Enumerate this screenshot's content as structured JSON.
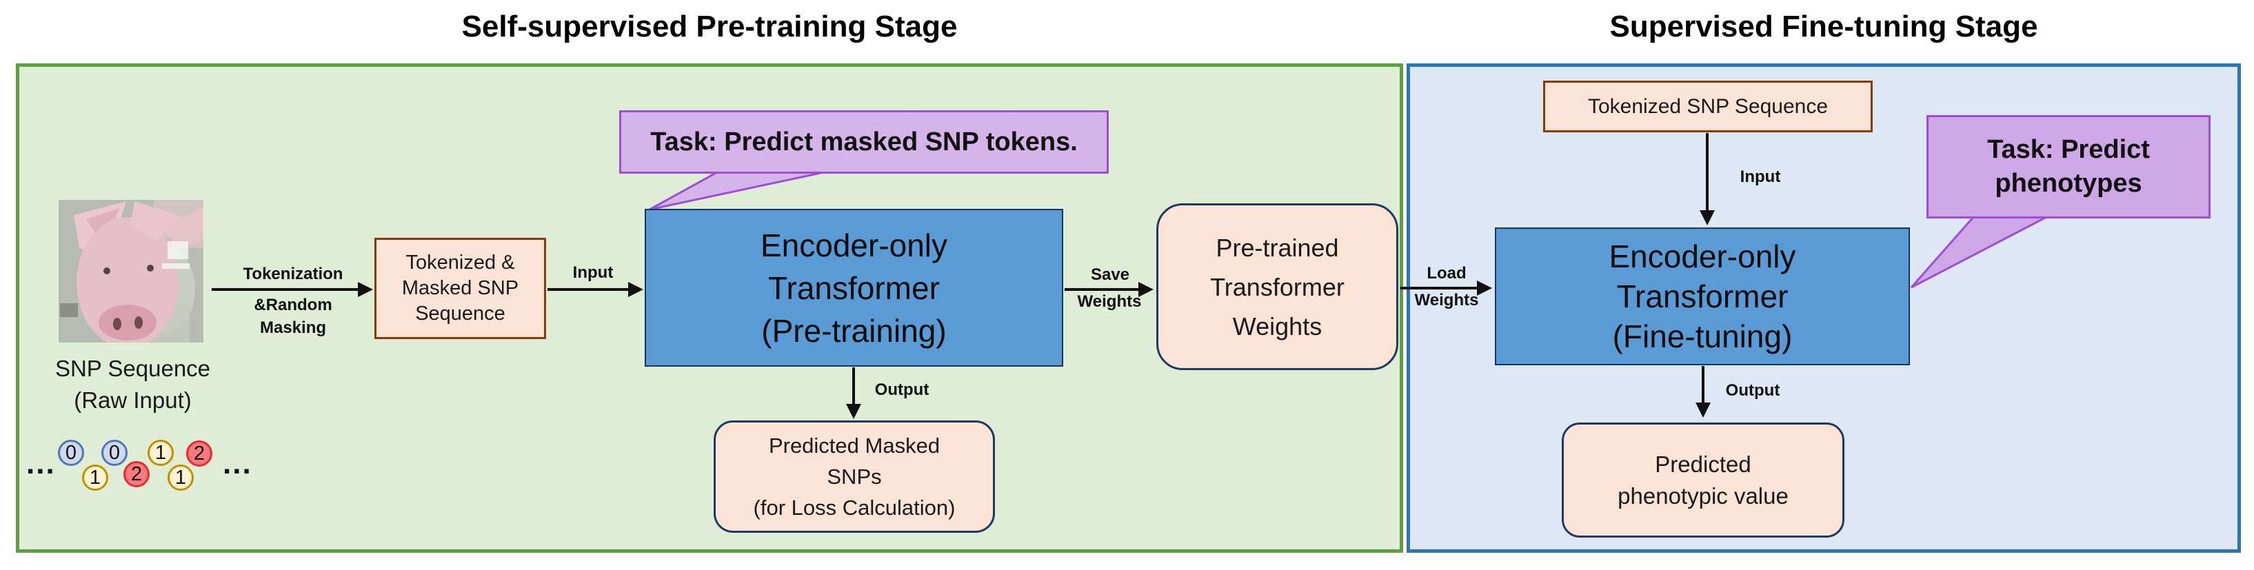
{
  "colors": {
    "pretrain_stage_fill": "#e0edd6",
    "pretrain_stage_border": "#5da043",
    "finetune_stage_fill": "#dde8f4",
    "finetune_stage_border": "#2e75b6",
    "peach_box_fill": "#fbe3d5",
    "brown_box_border": "#843c0c",
    "navy_box_border": "#203864",
    "encoder_fill": "#5b9bd5",
    "encoder_border": "#17365d",
    "bubble_fill": "#d5b4ea",
    "bubble_border": "#9c4fd4",
    "token0_fill": "#ccd9ef",
    "token0_border": "#5076b4",
    "token1_fill": "#fdf3d0",
    "token1_border": "#bf9000",
    "token2_fill": "#f87a7d",
    "token2_border": "#e22d2d",
    "arrow_color": "#111111"
  },
  "pretraining": {
    "title": "Self-supervised Pre-training Stage",
    "raw_input": {
      "caption_line1": "SNP Sequence",
      "caption_line2": "(Raw Input)"
    },
    "tokens": {
      "left_ellipsis": "...",
      "right_ellipsis": "...",
      "sequence": [
        {
          "digit": "0",
          "type": "zero"
        },
        {
          "digit": "1",
          "type": "one"
        },
        {
          "digit": "0",
          "type": "zero"
        },
        {
          "digit": "2",
          "type": "two"
        },
        {
          "digit": "1",
          "type": "one"
        },
        {
          "digit": "1",
          "type": "one"
        },
        {
          "digit": "2",
          "type": "two"
        }
      ]
    },
    "tokenization_arrow": {
      "line1": "Tokenization",
      "line2": "&Random",
      "line3": "Masking"
    },
    "tokenized_box": {
      "line1": "Tokenized &",
      "line2": "Masked SNP",
      "line3": "Sequence"
    },
    "input_label": "Input",
    "task_bubble": "Task: Predict masked SNP tokens.",
    "encoder_box": {
      "line1": "Encoder-only",
      "line2": "Transformer",
      "line3": "(Pre-training)"
    },
    "output_label": "Output",
    "predicted_box": {
      "line1": "Predicted Masked",
      "line2": "SNPs",
      "line3": "(for Loss Calculation)"
    },
    "save_label": {
      "line1": "Save",
      "line2": "Weights"
    },
    "weights_box": {
      "line1": "Pre-trained",
      "line2": "Transformer",
      "line3": "Weights"
    }
  },
  "finetuning": {
    "title": "Supervised Fine-tuning Stage",
    "load_label": {
      "line1": "Load",
      "line2": "Weights"
    },
    "tokenized_box": "Tokenized SNP Sequence",
    "input_label": "Input",
    "encoder_box": {
      "line1": "Encoder-only",
      "line2": "Transformer",
      "line3": "(Fine-tuning)"
    },
    "task_bubble": {
      "line1": "Task: Predict",
      "line2": "phenotypes"
    },
    "output_label": "Output",
    "predicted_box": {
      "line1": "Predicted",
      "line2": "phenotypic value"
    }
  }
}
